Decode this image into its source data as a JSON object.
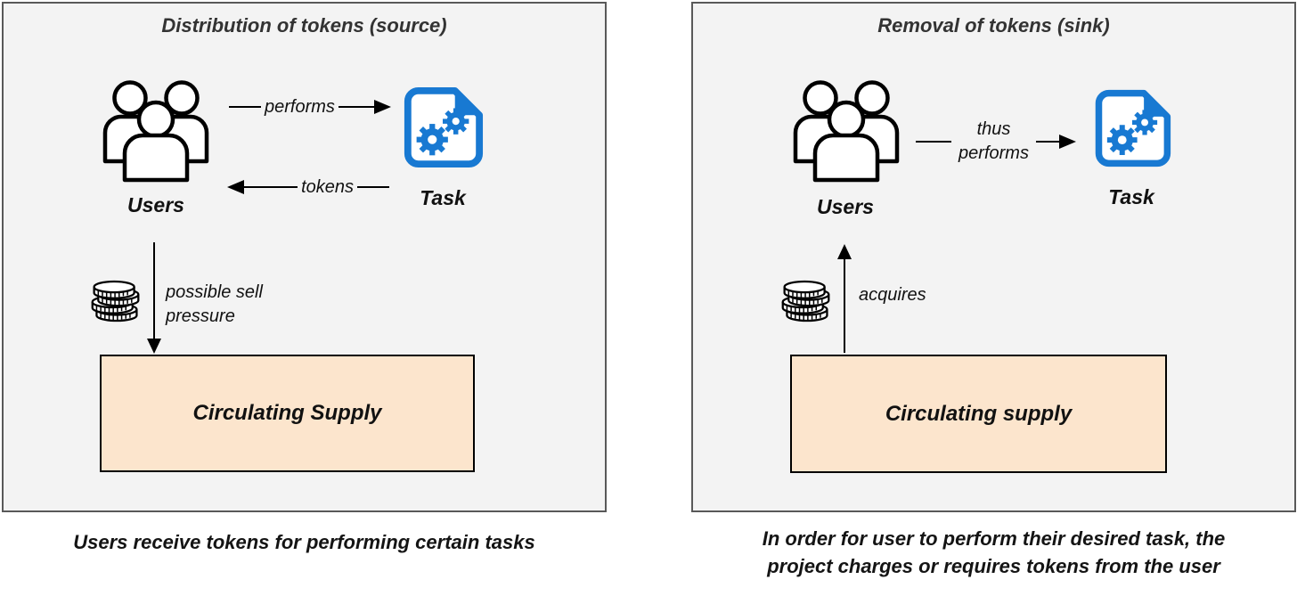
{
  "colors": {
    "panel_background": "#F3F3F3",
    "panel_border": "#595959",
    "task_icon_blue": "#1879D2",
    "supply_box_fill": "#FCE5CD",
    "supply_box_border": "#000000",
    "arrow_color": "#000000",
    "text": "#1A1A1A"
  },
  "panels": [
    {
      "title": "Distribution of tokens (source)",
      "users_label": "Users",
      "task_label": "Task",
      "performs_label": "performs",
      "tokens_label": "tokens",
      "flow_label": "possible sell\npressure",
      "supply_label": "Circulating Supply",
      "caption": "Users receive tokens for performing certain tasks",
      "icons": {
        "users": "users-group-icon",
        "task": "task-document-gears-icon",
        "coins": "coin-stack-icon"
      }
    },
    {
      "title": "Removal of tokens (sink)",
      "users_label": "Users",
      "task_label": "Task",
      "performs_label": "thus\nperforms",
      "flow_label": "acquires",
      "supply_label": "Circulating supply",
      "caption": "In order for user to perform their desired task, the\nproject charges or requires tokens from the user",
      "icons": {
        "users": "users-group-icon",
        "task": "task-document-gears-icon",
        "coins": "coin-stack-icon"
      }
    }
  ]
}
